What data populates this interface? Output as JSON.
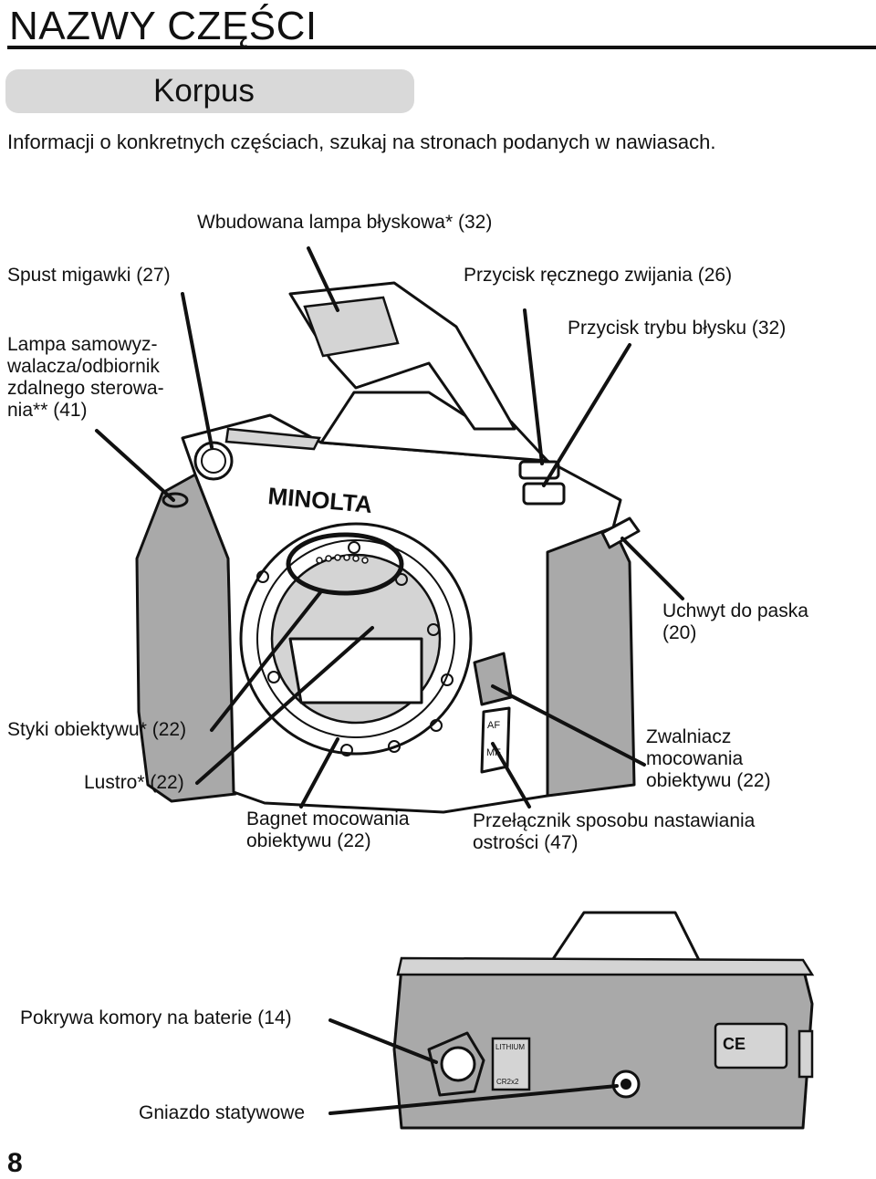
{
  "page": {
    "title": "NAZWY CZĘŚCI",
    "section": "Korpus",
    "intro": "Informacji o konkretnych częściach, szukaj na stronach podanych w nawiasach.",
    "page_number": "8"
  },
  "labels": {
    "flash": "Wbudowana lampa błyskowa* (32)",
    "shutter": "Spust migawki (27)",
    "flash_popup": "Przycisk ręcznego zwijania (26)",
    "flash_mode": "Przycisk trybu błysku (32)",
    "self_timer": "Lampa samowyz-walacza/odbiornik zdalnego sterowa-nia** (41)",
    "strap": "Uchwyt do paska (20)",
    "contacts": "Styki obiektywu* (22)",
    "mirror": "Lustro* (22)",
    "mount": "Bagnet mocowania obiektywu (22)",
    "release": "Zwalniacz mocowania obiektywu (22)",
    "focus_switch": "Przełącznik sposobu nastawiania ostrości (47)",
    "battery_cover": "Pokrywa komory na baterie (14)",
    "tripod": "Gniazdo statywowe"
  },
  "markings": {
    "brand": "MINOLTA",
    "af": "AF",
    "mf": "MF",
    "battery_type": "LITHIUM",
    "battery_code": "CR2x2",
    "ce_mark": "CE"
  }
}
